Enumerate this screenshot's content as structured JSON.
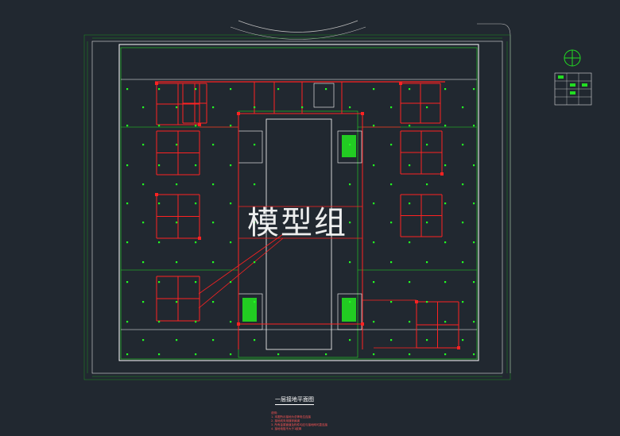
{
  "watermark": "模型组",
  "drawing_title": "一层接地平面图",
  "notes": [
    "说明：",
    "1. 本图所示接地为总等电位连接",
    "2. 接地线采用镀锌扁钢",
    "3. 所有金属管道及构件均应与接地网可靠连接",
    "4. 接地电阻不大于1欧姆"
  ],
  "colors": {
    "background": "#212830",
    "wall": "#ffffff",
    "grid": "#22dd22",
    "grounding": "#ff2222",
    "column": "#22ff22"
  }
}
